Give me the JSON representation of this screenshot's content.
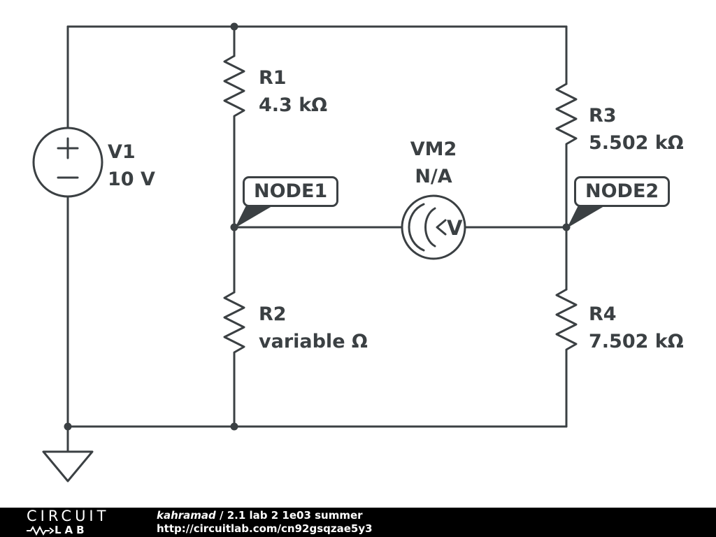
{
  "components": {
    "v1": {
      "name": "V1",
      "value": "10 V"
    },
    "r1": {
      "name": "R1",
      "value": "4.3 kΩ"
    },
    "r2": {
      "name": "R2",
      "value": "variable Ω"
    },
    "r3": {
      "name": "R3",
      "value": "5.502 kΩ"
    },
    "r4": {
      "name": "R4",
      "value": "7.502 kΩ"
    },
    "vm2": {
      "name": "VM2",
      "value": "N/A",
      "meter_letter": "V"
    }
  },
  "nodes": {
    "node1": {
      "label": "NODE1"
    },
    "node2": {
      "label": "NODE2"
    }
  },
  "footer": {
    "logo_top": "CIRCUIT",
    "logo_bottom": "LAB",
    "author": "kahramad",
    "separator": " / ",
    "title": "2.1 lab 2 1e03 summer",
    "url": "http://circuitlab.com/cn92gsqzae5y3"
  },
  "colors": {
    "stroke": "#3b4043",
    "background": "#ffffff",
    "footer_bg": "#000000",
    "footer_text": "#ffffff"
  }
}
